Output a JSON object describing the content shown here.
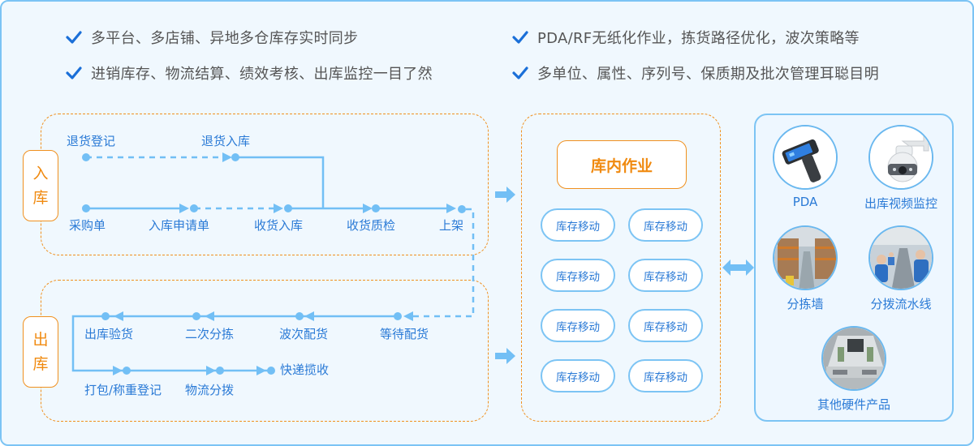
{
  "features": {
    "left": [
      "多平台、多店铺、异地多仓库存实时同步",
      "进销库存、物流结算、绩效考核、出库监控一目了然"
    ],
    "right": [
      "PDA/RF无纸化作业，拣货路径优化，波次策略等",
      "多单位、属性、序列号、保质期及批次管理耳聪目明"
    ],
    "check_icon": "check-icon",
    "check_color": "#1a6fd8"
  },
  "inbound": {
    "label_line1": "入",
    "label_line2": "库",
    "return_nodes": [
      "退货登记",
      "退货入库"
    ],
    "main_nodes": [
      "采购单",
      "入库申请单",
      "收货入库",
      "收货质检",
      "上架"
    ]
  },
  "outbound": {
    "label_line1": "出",
    "label_line2": "库",
    "top_nodes": [
      "出库验货",
      "二次分拣",
      "波次配货",
      "等待配货"
    ],
    "bottom_nodes": [
      "打包/称重登记",
      "物流分拨",
      "快递揽收"
    ]
  },
  "warehouse_ops": {
    "title": "库内作业",
    "items": [
      "库存移动",
      "库存移动",
      "库存移动",
      "库存移动",
      "库存移动",
      "库存移动",
      "库存移动",
      "库存移动"
    ]
  },
  "hardware": {
    "items": [
      {
        "label": "PDA",
        "icon": "pda-device-image"
      },
      {
        "label": "出库视频监控",
        "icon": "surveillance-camera-image"
      },
      {
        "label": "分拣墙",
        "icon": "warehouse-shelves-image"
      },
      {
        "label": "分拨流水线",
        "icon": "assembly-line-image"
      },
      {
        "label": "其他硬件产品",
        "icon": "conveyor-hardware-image"
      }
    ]
  },
  "colors": {
    "flow_blue": "#72bff5",
    "text_blue": "#2a7ad6",
    "accent_orange": "#f08a10",
    "border_blue": "#7cc4f4",
    "background": "#f0f8fe"
  }
}
